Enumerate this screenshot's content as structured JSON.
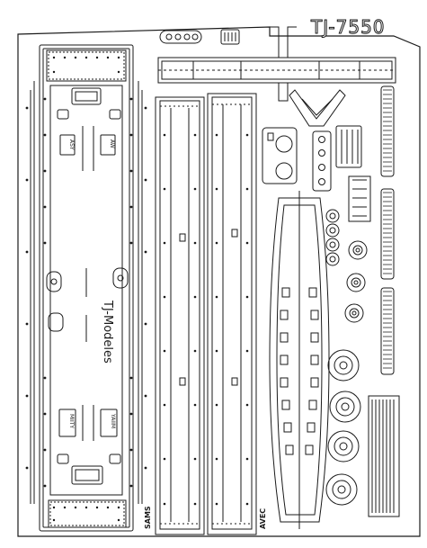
{
  "sheet": {
    "product_code": "TJ-7550",
    "brand_text": "TJ-Modeles",
    "panel_labels": {
      "sams": "SAMS",
      "avec": "AVEC"
    },
    "window_labels": [
      "ASY",
      "AW",
      "MIITY",
      "YAIIM"
    ],
    "colors": {
      "background": "#ffffff",
      "line": "#1a1a1a",
      "light_line": "#555555"
    }
  }
}
